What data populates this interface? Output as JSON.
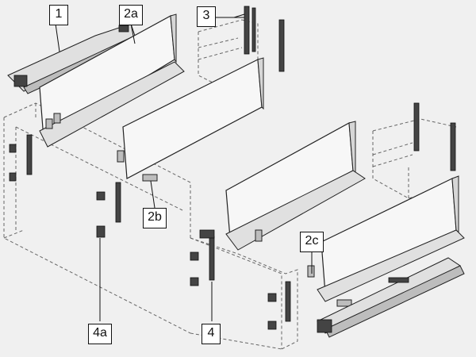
{
  "labels": {
    "l1": "1",
    "l2a": "2a",
    "l2b": "2b",
    "l2c": "2c",
    "l3": "3",
    "l4": "4",
    "l4a": "4a"
  },
  "colors": {
    "background": "#f0f0f0",
    "label_box": "#ffffff",
    "line": "#222222"
  }
}
